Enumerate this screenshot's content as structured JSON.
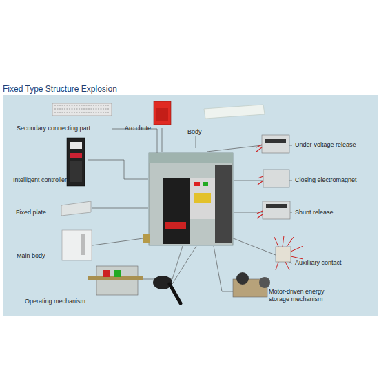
{
  "diagram": {
    "title": "Fixed Type Structure Explosion",
    "labels": [
      "Secondary connecting part",
      "Arc chute",
      "Body",
      "Under-voltage release",
      "Intelligent controller",
      "Closing electromagnet",
      "Fixed plate",
      "Shunt release",
      "Main body",
      "Auxilliary contact",
      "Operating mechanism",
      "Motor-driven energy storage mechanism"
    ]
  }
}
